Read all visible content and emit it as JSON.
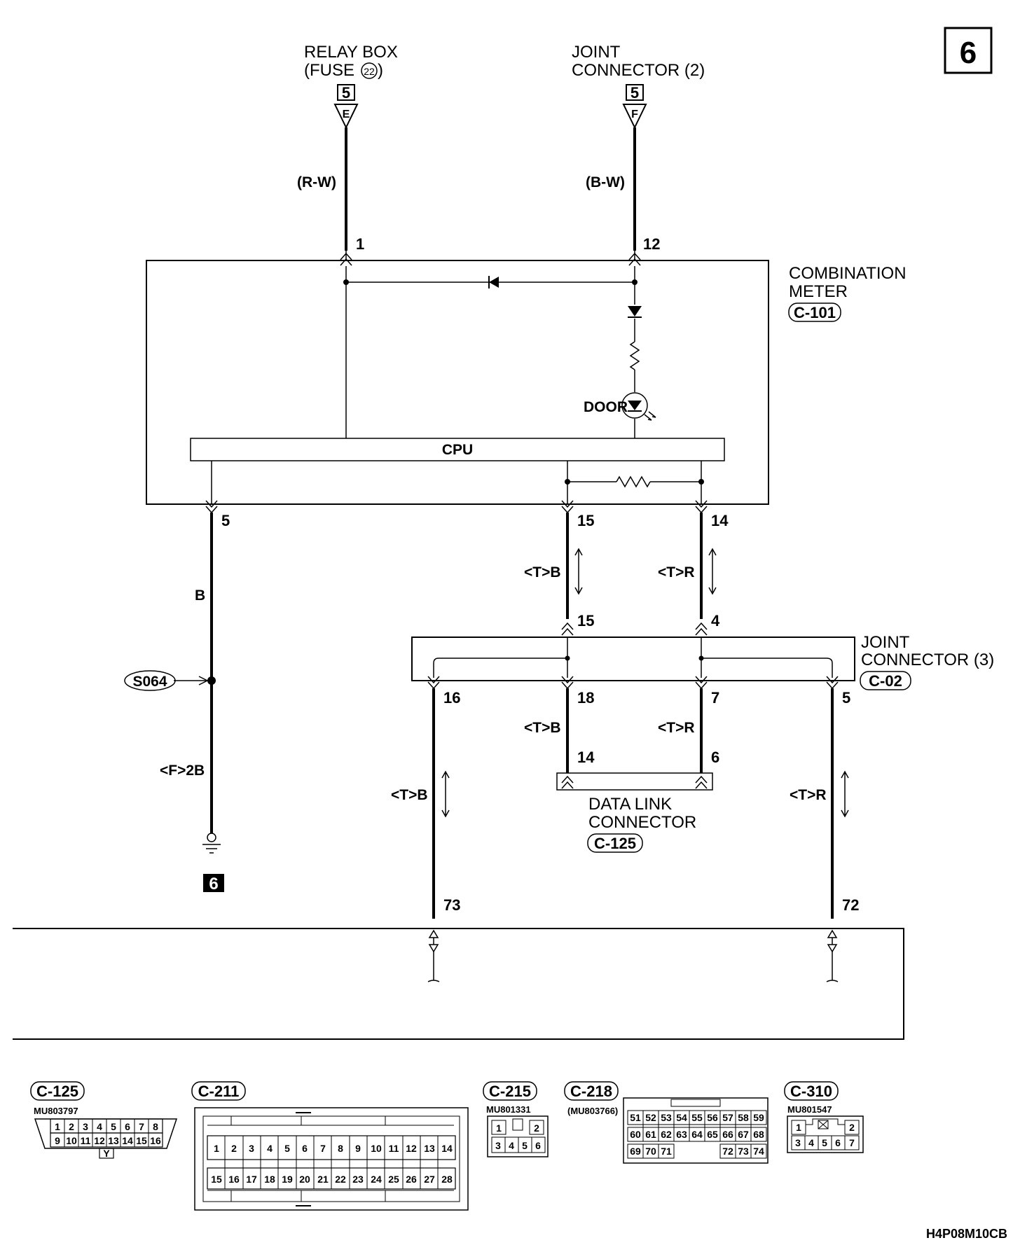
{
  "page_number": "6",
  "figure_code": "H4P08M10CB",
  "cpu_label": "CPU",
  "door_label": "DOOR",
  "splice_label": "S064",
  "ground_ref": "6",
  "sources": {
    "relay_box": {
      "line1": "RELAY BOX",
      "line2_prefix": "(FUSE",
      "fuse_no": "22",
      "line2_suffix": ")",
      "ref_page": "5",
      "ref_letter": "E",
      "wire": "(R-W)",
      "pin": "1"
    },
    "joint_conn_2": {
      "line1": "JOINT",
      "line2": "CONNECTOR (2)",
      "ref_page": "5",
      "ref_letter": "F",
      "wire": "(B-W)",
      "pin": "12"
    }
  },
  "combination_meter": {
    "line1": "COMBINATION",
    "line2": "METER",
    "code": "C-101",
    "pins": {
      "gnd": "5",
      "p15": "15",
      "p14": "14"
    }
  },
  "joint_connector_3": {
    "line1": "JOINT",
    "line2": "CONNECTOR (3)",
    "code": "C-02",
    "pins_top": {
      "a": "15",
      "b": "4"
    },
    "pins_bottom": {
      "a": "16",
      "b": "18",
      "c": "7",
      "d": "5"
    }
  },
  "data_link_connector": {
    "line1": "DATA LINK",
    "line2": "CONNECTOR",
    "code": "C-125",
    "pins": {
      "a": "14",
      "b": "6"
    }
  },
  "wires": {
    "ground_upper": "B",
    "ground_lower": "<F>2B",
    "tb": "<T>B",
    "tr": "<T>R"
  },
  "bottom_pins": {
    "left": "73",
    "right": "72"
  },
  "connectors": [
    {
      "code": "C-125",
      "part": "MU803797",
      "row1": [
        "1",
        "2",
        "3",
        "4",
        "5",
        "6",
        "7",
        "8"
      ],
      "row2": [
        "9",
        "10",
        "11",
        "12",
        "13",
        "14",
        "15",
        "16"
      ],
      "mark": "Y"
    },
    {
      "code": "C-211",
      "row1": [
        "1",
        "2",
        "3",
        "4",
        "5",
        "6",
        "7",
        "8",
        "9",
        "10",
        "11",
        "12",
        "13",
        "14"
      ],
      "row2": [
        "15",
        "16",
        "17",
        "18",
        "19",
        "20",
        "21",
        "22",
        "23",
        "24",
        "25",
        "26",
        "27",
        "28"
      ]
    },
    {
      "code": "C-215",
      "part": "MU801331",
      "row1": [
        "1",
        "",
        "2"
      ],
      "row2": [
        "3",
        "4",
        "5",
        "6"
      ]
    },
    {
      "code": "C-218",
      "part": "(MU803766)",
      "row1": [
        "51",
        "52",
        "53",
        "54",
        "55",
        "56",
        "57",
        "58",
        "59"
      ],
      "row2": [
        "60",
        "61",
        "62",
        "63",
        "64",
        "65",
        "66",
        "67",
        "68"
      ],
      "row3": [
        "69",
        "70",
        "71",
        "72",
        "73",
        "74"
      ]
    },
    {
      "code": "C-310",
      "part": "MU801547",
      "row1": [
        "1",
        "2"
      ],
      "row2": [
        "3",
        "4",
        "5",
        "6",
        "7"
      ]
    }
  ]
}
